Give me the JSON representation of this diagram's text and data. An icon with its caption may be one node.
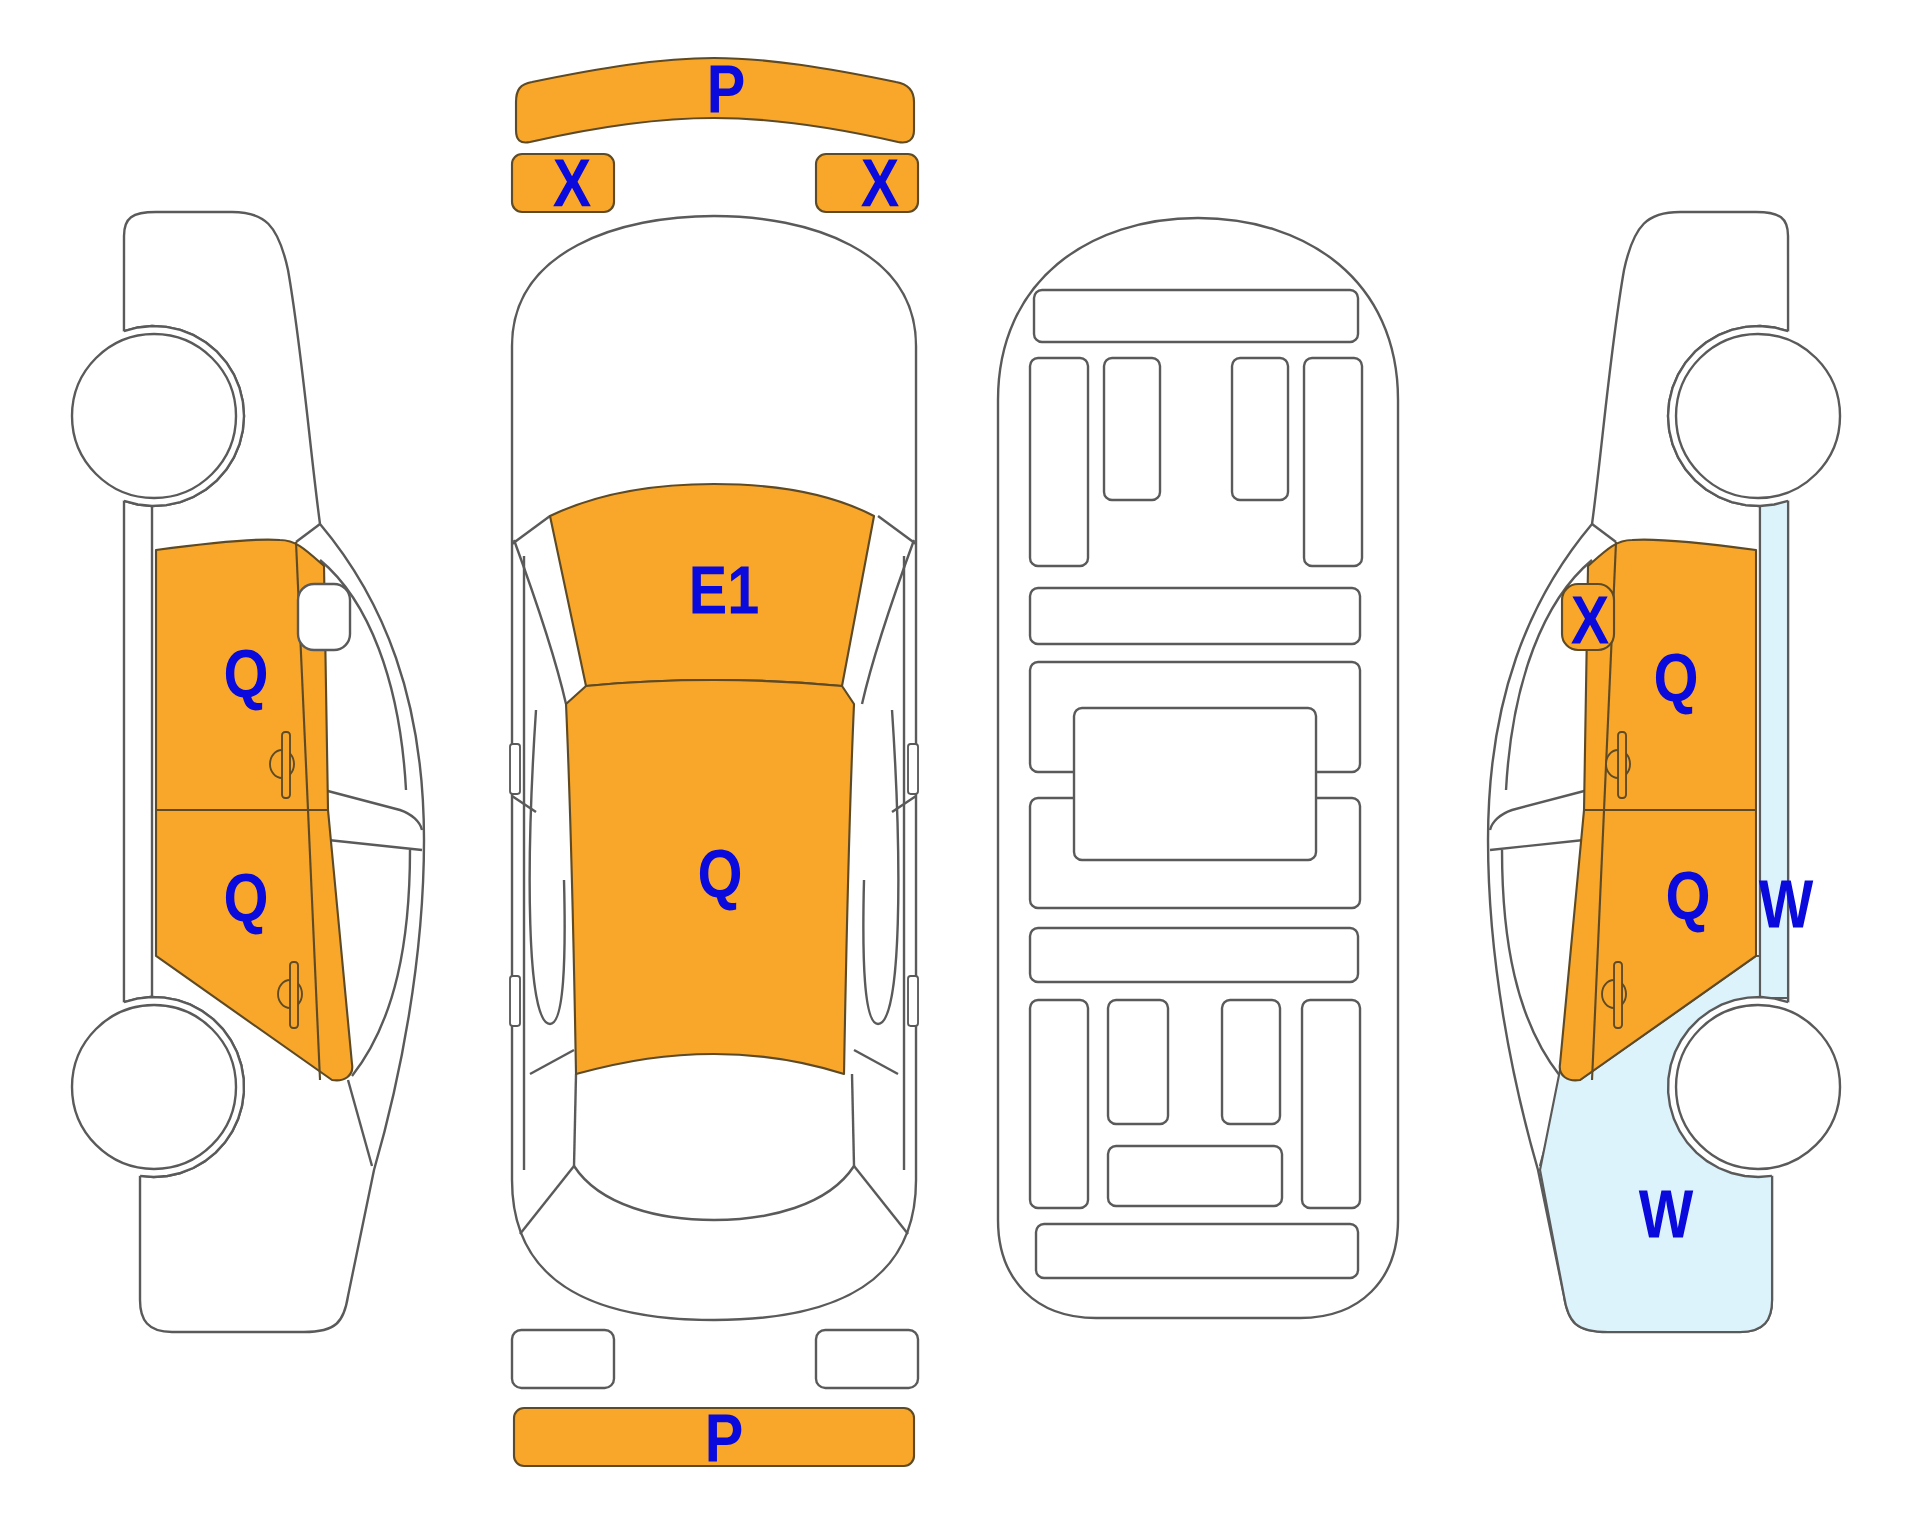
{
  "diagram": {
    "nodes": [
      {
        "text": [
          "Q"
        ]
      },
      {
        "text": [
          "Q"
        ]
      },
      {
        "text": [
          "P"
        ]
      },
      {
        "text": [
          "X"
        ]
      },
      {
        "text": [
          "X"
        ]
      },
      {
        "text": [
          "E1"
        ]
      },
      {
        "text": [
          "Q"
        ]
      },
      {
        "text": [],
        "shape": "box"
      },
      {
        "text": [],
        "shape": "box"
      },
      {
        "text": [
          "P"
        ]
      },
      {
        "text": [
          "X"
        ]
      },
      {
        "text": [
          "Q"
        ]
      },
      {
        "text": [
          "Q"
        ]
      },
      {
        "text": [
          "W"
        ]
      },
      {
        "text": [
          "W"
        ]
      }
    ]
  }
}
